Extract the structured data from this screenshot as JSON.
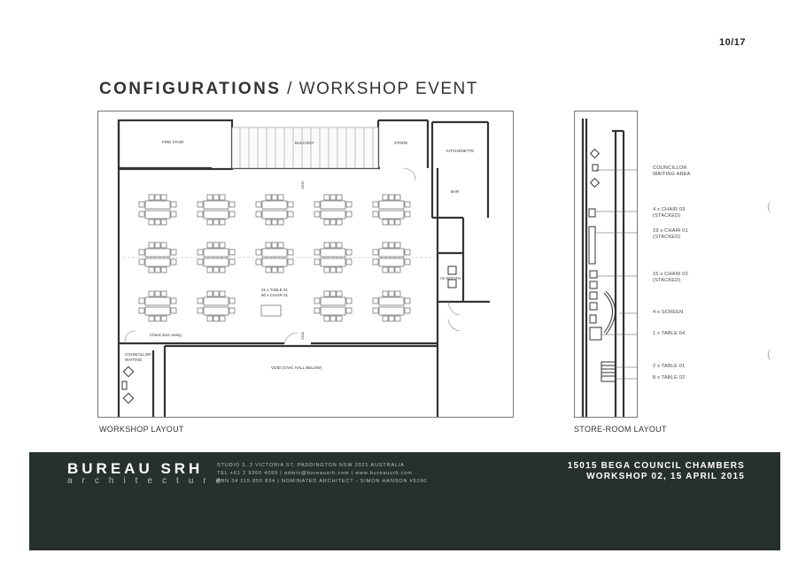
{
  "page": {
    "number": "10/17"
  },
  "title": {
    "main": "CONFIGURATIONS",
    "sub": " / WORKSHOP EVENT"
  },
  "plan": {
    "caption": "WORKSHOP LAYOUT",
    "rooms": {
      "fire_stair": "FIRE STAIR",
      "balcony": "BALCONY",
      "store": "STORE",
      "kitchenette": "KITCHENETTE",
      "bar": "BAR",
      "av_booth": "AV BOOTH",
      "void": "VOID (CIVIC HALL BELOW)",
      "councillor_waiting_1": "COUNCILLOR",
      "councillor_waiting_2": "WAITING"
    },
    "notes": {
      "furniture_1": "31 x TABLE 01",
      "furniture_2": "90 x CHAIR 01",
      "check_door": "Check door swing",
      "dim_top": "1300",
      "dim_bottom": "1300"
    }
  },
  "store_room": {
    "caption": "STORE-ROOM LAYOUT",
    "callouts": [
      "COUNCILLOR\nWAITING AREA",
      "4 x CHAIR 03\n(STACKED)",
      "19 x CHAIR 01\n(STACKED)",
      "15 x CHAIR 02\n(STACKED)",
      "4 x SCREEN",
      "1 x TABLE 04",
      "2 x TABLE 01",
      "8 x TABLE 02"
    ]
  },
  "footer": {
    "brand": "BUREAU SRH",
    "brand_sub": "architecture",
    "contact_line1": "STUDIO 3, 2 VICTORIA ST, PADDINGTON NSW 2021 AUSTRALIA",
    "contact_line2": "TEL +61 2 9360 4099 | admin@bureausrh.com | www.bureausrh.com",
    "contact_line3": "ABN 34 115 850 834 | NOMINATED ARCHITECT - SIMON HANSON #5190",
    "project_line1": "15015 BEGA COUNCIL CHAMBERS",
    "project_line2": "WORKSHOP 02, 15 APRIL 2015"
  }
}
